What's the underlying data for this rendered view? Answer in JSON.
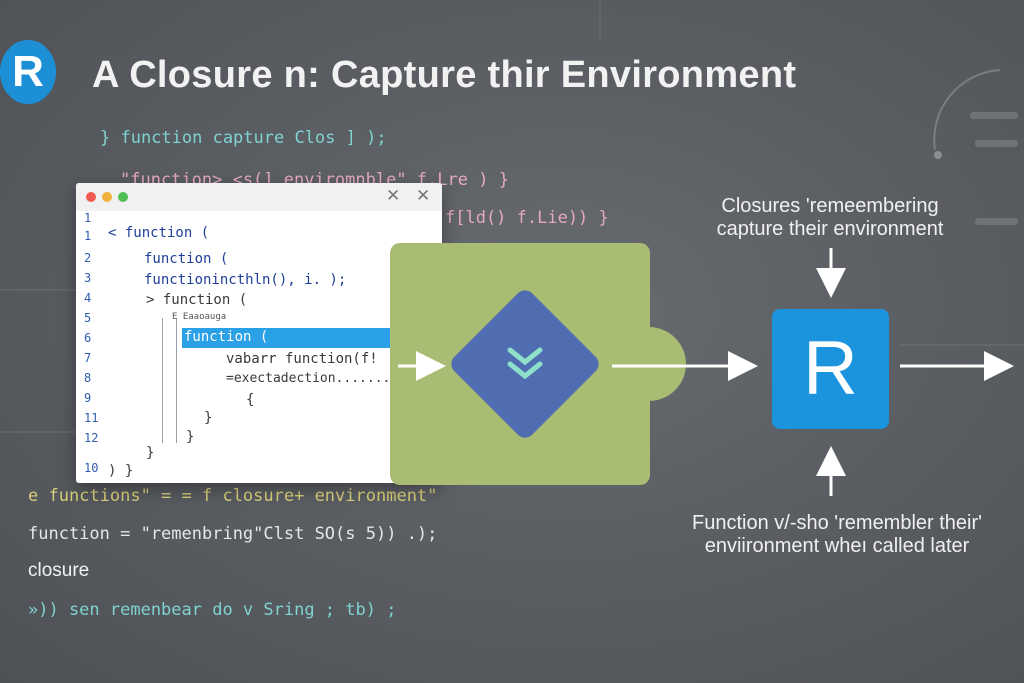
{
  "logo_letter": "R",
  "title": "A Closure n: Capture thir Environment",
  "bg_code": {
    "top1": "} function capture Clos ] );",
    "top2": "\"function> <s(] enviromnble\" f.Lre ) }",
    "top3": "f[ld() f.Lie)) }",
    "line_funcs": "e  functions\" =  =   f closure+ environment\"",
    "line_function": "function = \"remenbring\"Clst SO(s 5)) .);",
    "closure_label": "closure",
    "line_remember": "»)) sen remenbear do v Sring ; tb) ;"
  },
  "editor": {
    "line_numbers": [
      "1",
      "1",
      "2",
      "3",
      "4",
      "5",
      "6",
      "7",
      "8",
      "9",
      "11",
      "12",
      "10"
    ],
    "lines": [
      "< function (",
      "function (",
      "functionincthln(), i. );",
      "> function (",
      "E Eaaoauga",
      "function (",
      "vabarr function(f!",
      "=exectadection.......",
      "{",
      "}",
      "}",
      "}",
      ") }"
    ]
  },
  "right_caption_top": [
    "Closures 'remeembering",
    "capture their environment"
  ],
  "right_caption_bottom": [
    "Function v/-sho 'remembler their'",
    "enviironment wheı called later"
  ],
  "r_box_letter": "R",
  "colors": {
    "background": "#5a5d62",
    "accent_blue": "#1b94dd",
    "green_block": "#a9bc73",
    "diamond": "#4f6db0",
    "code_cyan": "#7fd3d0",
    "selection": "#2aa0e6"
  },
  "icons": [
    "logo-r-icon",
    "double-chevron-down-icon",
    "close-icon",
    "arrow-right-icon",
    "arrow-down-icon",
    "arrow-up-icon"
  ]
}
